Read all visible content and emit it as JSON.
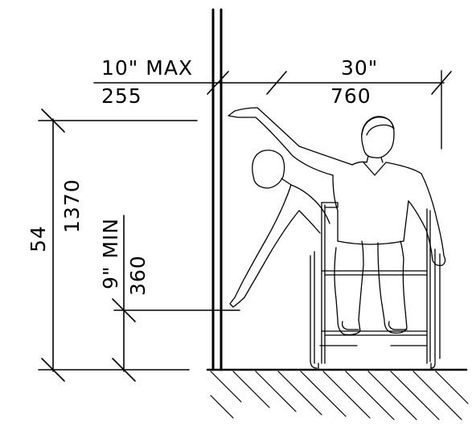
{
  "dimensions": {
    "side_reach_max_in": "10\" MAX",
    "side_reach_max_mm": "255",
    "clear_width_in": "30\"",
    "clear_width_mm": "760",
    "high_reach_in": "54",
    "high_reach_mm": "1370",
    "low_reach_min_in": "9\" MIN",
    "low_reach_min_mm": "360"
  },
  "colors": {
    "line": "#000000",
    "background": "#ffffff"
  }
}
